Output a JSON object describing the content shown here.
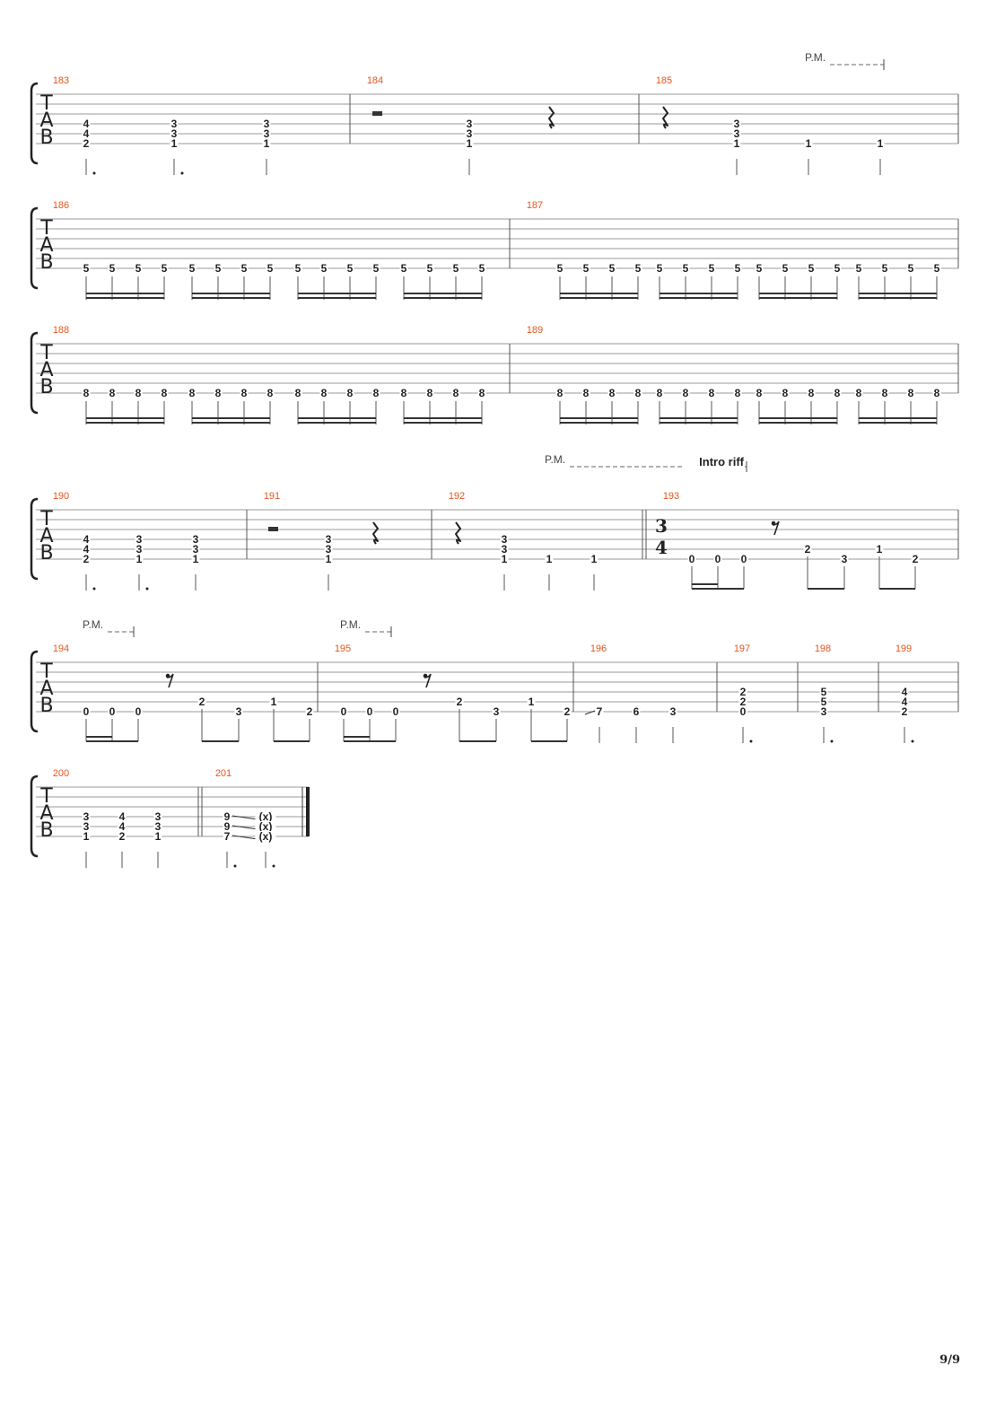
{
  "page_number": "9/9",
  "colors": {
    "measure_number": "#e8541e",
    "staff_line": "#9a9a9a",
    "ink": "#222222",
    "annotation": "#444444"
  },
  "clef_letters": [
    "T",
    "A",
    "B"
  ],
  "palm_mute_label": "P.M.",
  "systems": [
    {
      "measures": [
        {
          "number": "183",
          "events": [
            {
              "notes": [
                {
                  "s": 3,
                  "f": "4"
                },
                {
                  "s": 4,
                  "f": "4"
                },
                {
                  "s": 5,
                  "f": "2"
                }
              ],
              "stem": "dotted"
            },
            {
              "notes": [
                {
                  "s": 3,
                  "f": "3"
                },
                {
                  "s": 4,
                  "f": "3"
                },
                {
                  "s": 5,
                  "f": "1"
                }
              ],
              "stem": "dotted"
            },
            {
              "notes": [
                {
                  "s": 3,
                  "f": "3"
                },
                {
                  "s": 4,
                  "f": "3"
                },
                {
                  "s": 5,
                  "f": "1"
                }
              ],
              "stem": "plain"
            }
          ]
        },
        {
          "number": "184",
          "events": [
            {
              "rest": "half"
            },
            {
              "notes": [
                {
                  "s": 3,
                  "f": "3"
                },
                {
                  "s": 4,
                  "f": "3"
                },
                {
                  "s": 5,
                  "f": "1"
                }
              ],
              "stem": "plain"
            },
            {
              "rest": "quarter"
            }
          ]
        },
        {
          "number": "185",
          "events": [
            {
              "rest": "quarter"
            },
            {
              "notes": [
                {
                  "s": 3,
                  "f": "3"
                },
                {
                  "s": 4,
                  "f": "3"
                },
                {
                  "s": 5,
                  "f": "1"
                }
              ],
              "stem": "plain"
            },
            {
              "notes": [
                {
                  "s": 5,
                  "f": "1"
                }
              ],
              "stem": "plain"
            },
            {
              "notes": [
                {
                  "s": 5,
                  "f": "1"
                }
              ],
              "stem": "plain"
            }
          ]
        }
      ],
      "annotations": [
        {
          "label": "P.M.",
          "text": ""
        }
      ]
    },
    {
      "measures": [
        {
          "number": "186",
          "pattern": {
            "string": 5,
            "fret": "5",
            "groups": 4,
            "per_group": 4
          }
        },
        {
          "number": "187",
          "pattern": {
            "string": 5,
            "fret": "5",
            "groups": 4,
            "per_group": 4
          }
        }
      ]
    },
    {
      "measures": [
        {
          "number": "188",
          "pattern": {
            "string": 5,
            "fret": "8",
            "groups": 4,
            "per_group": 4
          }
        },
        {
          "number": "189",
          "pattern": {
            "string": 5,
            "fret": "8",
            "groups": 4,
            "per_group": 4
          }
        }
      ]
    },
    {
      "measures": [
        {
          "number": "190",
          "events": [
            {
              "notes": [
                {
                  "s": 3,
                  "f": "4"
                },
                {
                  "s": 4,
                  "f": "4"
                },
                {
                  "s": 5,
                  "f": "2"
                }
              ],
              "stem": "dotted"
            },
            {
              "notes": [
                {
                  "s": 3,
                  "f": "3"
                },
                {
                  "s": 4,
                  "f": "3"
                },
                {
                  "s": 5,
                  "f": "1"
                }
              ],
              "stem": "dotted"
            },
            {
              "notes": [
                {
                  "s": 3,
                  "f": "3"
                },
                {
                  "s": 4,
                  "f": "3"
                },
                {
                  "s": 5,
                  "f": "1"
                }
              ],
              "stem": "plain"
            }
          ]
        },
        {
          "number": "191",
          "events": [
            {
              "rest": "half"
            },
            {
              "notes": [
                {
                  "s": 3,
                  "f": "3"
                },
                {
                  "s": 4,
                  "f": "3"
                },
                {
                  "s": 5,
                  "f": "1"
                }
              ],
              "stem": "plain"
            },
            {
              "rest": "quarter"
            }
          ]
        },
        {
          "number": "192",
          "events": [
            {
              "rest": "quarter"
            },
            {
              "notes": [
                {
                  "s": 3,
                  "f": "3"
                },
                {
                  "s": 4,
                  "f": "3"
                },
                {
                  "s": 5,
                  "f": "1"
                }
              ],
              "stem": "plain"
            },
            {
              "notes": [
                {
                  "s": 5,
                  "f": "1"
                }
              ],
              "stem": "plain"
            },
            {
              "notes": [
                {
                  "s": 5,
                  "f": "1"
                }
              ],
              "stem": "plain"
            }
          ]
        },
        {
          "number": "193",
          "time_signature": [
            "3",
            "4"
          ],
          "riff": true
        }
      ],
      "annotations": [
        {
          "label": "P.M.",
          "text": "Intro riff"
        }
      ]
    },
    {
      "measures": [
        {
          "number": "194",
          "riff": true
        },
        {
          "number": "195",
          "riff": true
        },
        {
          "number": "196",
          "events": [
            {
              "notes": [
                {
                  "s": 5,
                  "f": "7"
                }
              ],
              "stem": "plain",
              "slide_in": true
            },
            {
              "notes": [
                {
                  "s": 5,
                  "f": "6"
                }
              ],
              "stem": "plain"
            },
            {
              "notes": [
                {
                  "s": 5,
                  "f": "3"
                }
              ],
              "stem": "plain"
            }
          ]
        },
        {
          "number": "197",
          "events": [
            {
              "notes": [
                {
                  "s": 3,
                  "f": "2"
                },
                {
                  "s": 4,
                  "f": "2"
                },
                {
                  "s": 5,
                  "f": "0"
                }
              ],
              "stem": "dotted"
            }
          ]
        },
        {
          "number": "198",
          "events": [
            {
              "notes": [
                {
                  "s": 3,
                  "f": "5"
                },
                {
                  "s": 4,
                  "f": "5"
                },
                {
                  "s": 5,
                  "f": "3"
                }
              ],
              "stem": "dotted"
            }
          ]
        },
        {
          "number": "199",
          "events": [
            {
              "notes": [
                {
                  "s": 3,
                  "f": "4"
                },
                {
                  "s": 4,
                  "f": "4"
                },
                {
                  "s": 5,
                  "f": "2"
                }
              ],
              "stem": "dotted"
            }
          ]
        }
      ],
      "annotations": [
        {
          "label": "P.M.",
          "text": ""
        },
        {
          "label": "P.M.",
          "text": ""
        }
      ]
    },
    {
      "measures": [
        {
          "number": "200",
          "events": [
            {
              "notes": [
                {
                  "s": 3,
                  "f": "3"
                },
                {
                  "s": 4,
                  "f": "3"
                },
                {
                  "s": 5,
                  "f": "1"
                }
              ],
              "stem": "plain"
            },
            {
              "notes": [
                {
                  "s": 3,
                  "f": "4"
                },
                {
                  "s": 4,
                  "f": "4"
                },
                {
                  "s": 5,
                  "f": "2"
                }
              ],
              "stem": "plain"
            },
            {
              "notes": [
                {
                  "s": 3,
                  "f": "3"
                },
                {
                  "s": 4,
                  "f": "3"
                },
                {
                  "s": 5,
                  "f": "1"
                }
              ],
              "stem": "plain"
            }
          ]
        },
        {
          "number": "201",
          "events": [
            {
              "notes": [
                {
                  "s": 3,
                  "f": "9"
                },
                {
                  "s": 4,
                  "f": "9"
                },
                {
                  "s": 5,
                  "f": "7"
                }
              ],
              "stem": "dotted",
              "slide_out": true
            },
            {
              "notes": [
                {
                  "s": 3,
                  "f": "(x)"
                },
                {
                  "s": 4,
                  "f": "(x)"
                },
                {
                  "s": 5,
                  "f": "(x)"
                }
              ],
              "stem": "dotted"
            }
          ]
        }
      ]
    }
  ],
  "riff": [
    {
      "f": "0",
      "s": 5
    },
    {
      "f": "0",
      "s": 5
    },
    {
      "f": "0",
      "s": 5
    },
    {
      "rest": "eighth"
    },
    {
      "f": "2",
      "s": 4
    },
    {
      "f": "3",
      "s": 5
    },
    {
      "f": "1",
      "s": 4
    },
    {
      "f": "2",
      "s": 5
    }
  ]
}
